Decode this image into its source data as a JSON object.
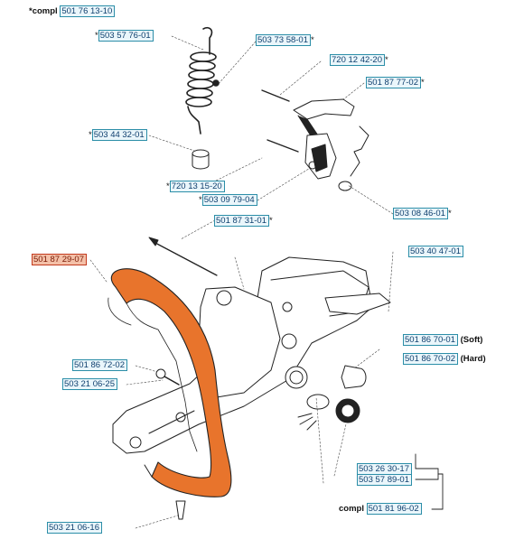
{
  "diagram": {
    "accent_color": "#E8742C",
    "highlight_color": "#f4c0a8",
    "label_border_color": "#2c8ea8",
    "labels": [
      {
        "id": "compl-top",
        "prefix": "*compl ",
        "part": "501 76 13-10",
        "suffix": "",
        "highlight": false
      },
      {
        "id": "spring",
        "prefix": "*",
        "part": "503 57 76-01",
        "suffix": "",
        "highlight": false
      },
      {
        "id": "top-right-1",
        "prefix": "",
        "part": "503 73 58-01",
        "suffix": "*",
        "highlight": false
      },
      {
        "id": "pin-top",
        "prefix": "",
        "part": "720 12 42-20",
        "suffix": "*",
        "highlight": false
      },
      {
        "id": "throttle",
        "prefix": "",
        "part": "501 87 77-02",
        "suffix": "*",
        "highlight": false
      },
      {
        "id": "bushing",
        "prefix": "*",
        "part": "503 44 32-01",
        "suffix": "",
        "highlight": false
      },
      {
        "id": "pin-mid",
        "prefix": "*",
        "part": "720 13 15-20",
        "suffix": "",
        "highlight": false
      },
      {
        "id": "lever",
        "prefix": "*",
        "part": "503 09 79-04",
        "suffix": "",
        "highlight": false
      },
      {
        "id": "spring-clip",
        "prefix": "",
        "part": "503 08 46-01",
        "suffix": "*",
        "highlight": false
      },
      {
        "id": "rod",
        "prefix": "",
        "part": "501 87 31-01",
        "suffix": "*",
        "highlight": false
      },
      {
        "id": "handlebar",
        "prefix": "",
        "part": "501 87 29-07",
        "suffix": "",
        "highlight": true
      },
      {
        "id": "housing",
        "prefix": "",
        "part": "503 40 47-01",
        "suffix": "",
        "highlight": false
      },
      {
        "id": "damper-soft",
        "prefix": "",
        "part": "501 86 70-01",
        "suffix": " (Soft)",
        "highlight": false
      },
      {
        "id": "damper-hard",
        "prefix": "",
        "part": "501 86 70-02",
        "suffix": " (Hard)",
        "highlight": false
      },
      {
        "id": "bracket",
        "prefix": "",
        "part": "501 86 72-02",
        "suffix": "",
        "highlight": false
      },
      {
        "id": "screw-mid",
        "prefix": "",
        "part": "503 21 06-25",
        "suffix": "",
        "highlight": false
      },
      {
        "id": "oring",
        "prefix": "",
        "part": "503 26 30-17",
        "suffix": "",
        "highlight": false
      },
      {
        "id": "cap",
        "prefix": "",
        "part": "503 57 89-01",
        "suffix": "",
        "highlight": false
      },
      {
        "id": "compl-bottom",
        "prefix": "compl ",
        "part": "501 81 96-02",
        "suffix": "",
        "highlight": false
      },
      {
        "id": "screw-bottom",
        "prefix": "",
        "part": "503 21 06-16",
        "suffix": "",
        "highlight": false
      }
    ]
  }
}
